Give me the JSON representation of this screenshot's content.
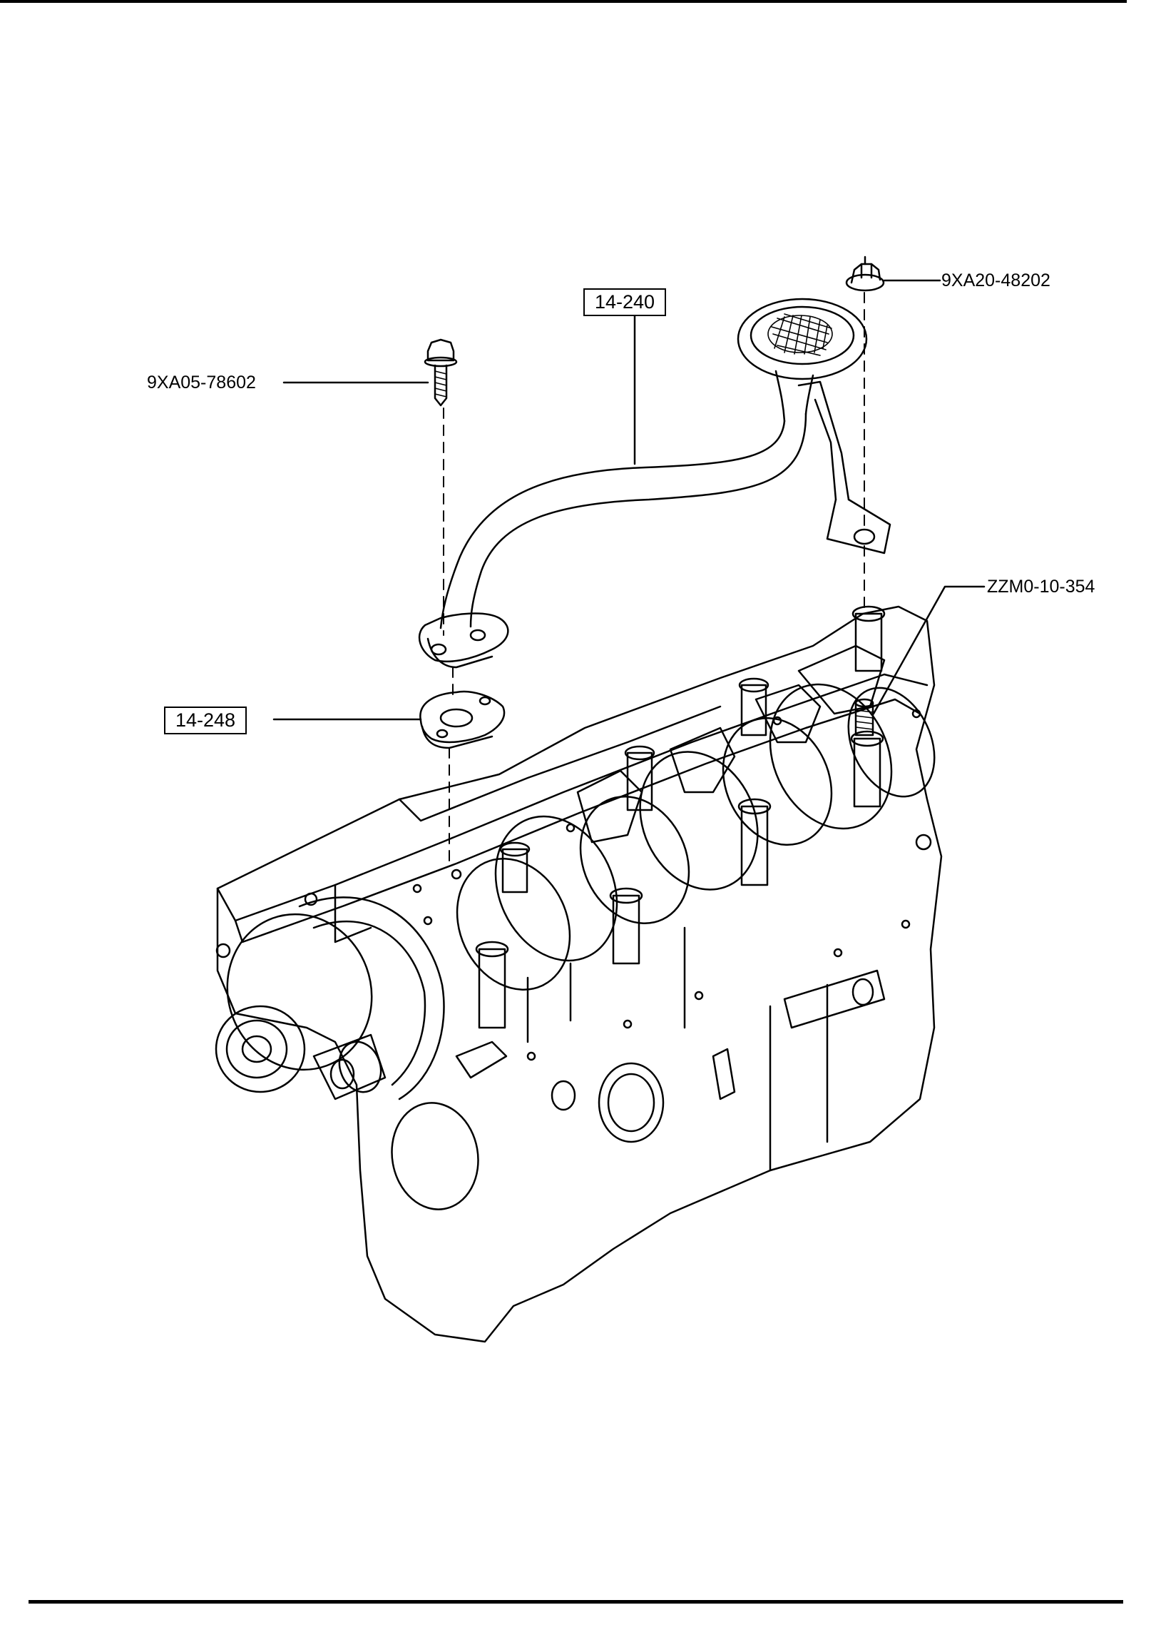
{
  "labels": {
    "nut": "9XA20-48202",
    "strainer_assembly": "14-240",
    "bolt": "9XA05-78602",
    "stud": "ZZM0-10-354",
    "gasket": "14-248"
  }
}
